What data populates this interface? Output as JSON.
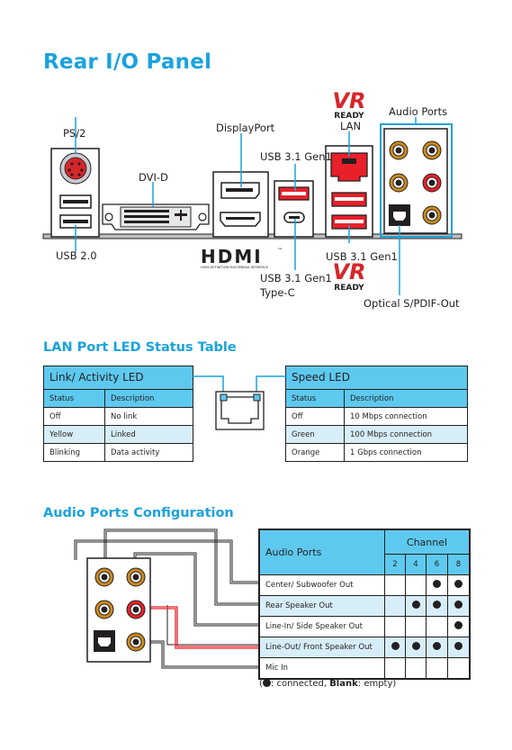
{
  "title": "Rear I/O Panel",
  "io_labels": {
    "ps2": "PS/2",
    "usb20": "USB 2.0",
    "dvid": "DVI-D",
    "displayport": "DisplayPort",
    "hdmi_logo": "HDMI",
    "hdmi_tm": "™",
    "hdmi_tagline": "HIGH-DEFINITION MULTIMEDIA INTERFACE",
    "usb31_top": "USB 3.1 Gen1",
    "usb31_typec_line1": "USB 3.1 Gen1",
    "usb31_typec_line2": "Type-C",
    "lan": "LAN",
    "usb31_bottom": "USB 3.1 Gen1",
    "audio_ports": "Audio Ports",
    "optical": "Optical S/PDIF-Out",
    "vr_text": "VR",
    "ready_text": "READY"
  },
  "lan_section": {
    "title": "LAN Port LED Status Table",
    "left_table": {
      "header": "Link/ Activity LED",
      "columns": [
        "Status",
        "Description"
      ],
      "rows": [
        [
          "Off",
          "No link"
        ],
        [
          "Yellow",
          "Linked"
        ],
        [
          "Blinking",
          "Data activity"
        ]
      ]
    },
    "right_table": {
      "header": "Speed LED",
      "columns": [
        "Status",
        "Description"
      ],
      "rows": [
        [
          "Off",
          "10 Mbps connection"
        ],
        [
          "Green",
          "100 Mbps connection"
        ],
        [
          "Orange",
          "1 Gbps connection"
        ]
      ]
    }
  },
  "audio_section": {
    "title": "Audio Ports Configuration",
    "table_header": "Audio Ports",
    "channel_header": "Channel",
    "channels": [
      "2",
      "4",
      "6",
      "8"
    ],
    "rows": [
      {
        "port": "Center/ Subwoofer Out",
        "marks": [
          false,
          false,
          true,
          true
        ]
      },
      {
        "port": "Rear Speaker Out",
        "marks": [
          false,
          true,
          true,
          true
        ]
      },
      {
        "port": "Line-In/ Side Speaker Out",
        "marks": [
          false,
          false,
          false,
          true
        ]
      },
      {
        "port": "Line-Out/ Front Speaker Out",
        "marks": [
          true,
          true,
          true,
          true
        ]
      },
      {
        "port": "Mic In",
        "marks": [
          false,
          false,
          false,
          false
        ]
      }
    ],
    "legend_open": "(",
    "legend_connected": ": connected, ",
    "legend_blank": "Blank",
    "legend_empty": ": empty)"
  },
  "colors": {
    "accent": "#1aa2dd",
    "table_header": "#5ec9ef",
    "table_alt": "#d7eef9",
    "usb3_red": "#e8202a",
    "vr_red": "#d7262a",
    "audio_orange": "#c98a1e"
  }
}
